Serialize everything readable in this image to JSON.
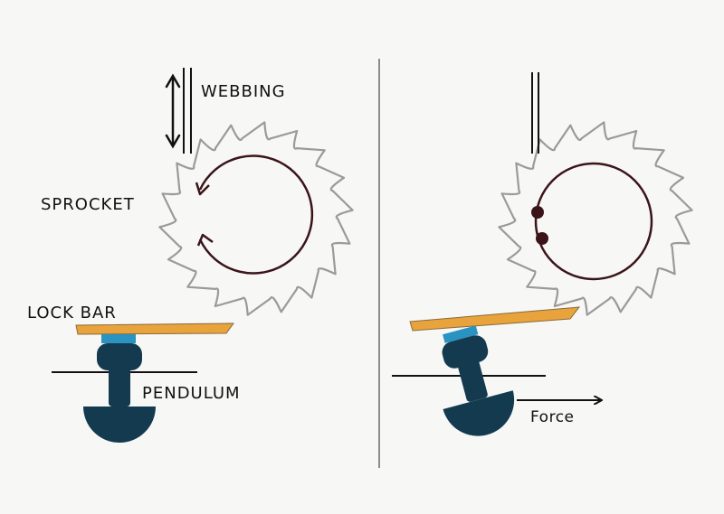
{
  "labels": {
    "webbing": "WEBBING",
    "sprocket": "SPROCKET",
    "lock_bar": "LOCK BAR",
    "pendulum": "PENDULUM",
    "force": "Force"
  },
  "colors": {
    "sprocket_outline": "#9a9a9a",
    "rotation_arrow": "#3a1418",
    "lock_bar": "#e8a33c",
    "pivot": "#2a93c2",
    "pendulum": "#143a50",
    "divider": "#8c8c8c",
    "line": "#111111"
  }
}
